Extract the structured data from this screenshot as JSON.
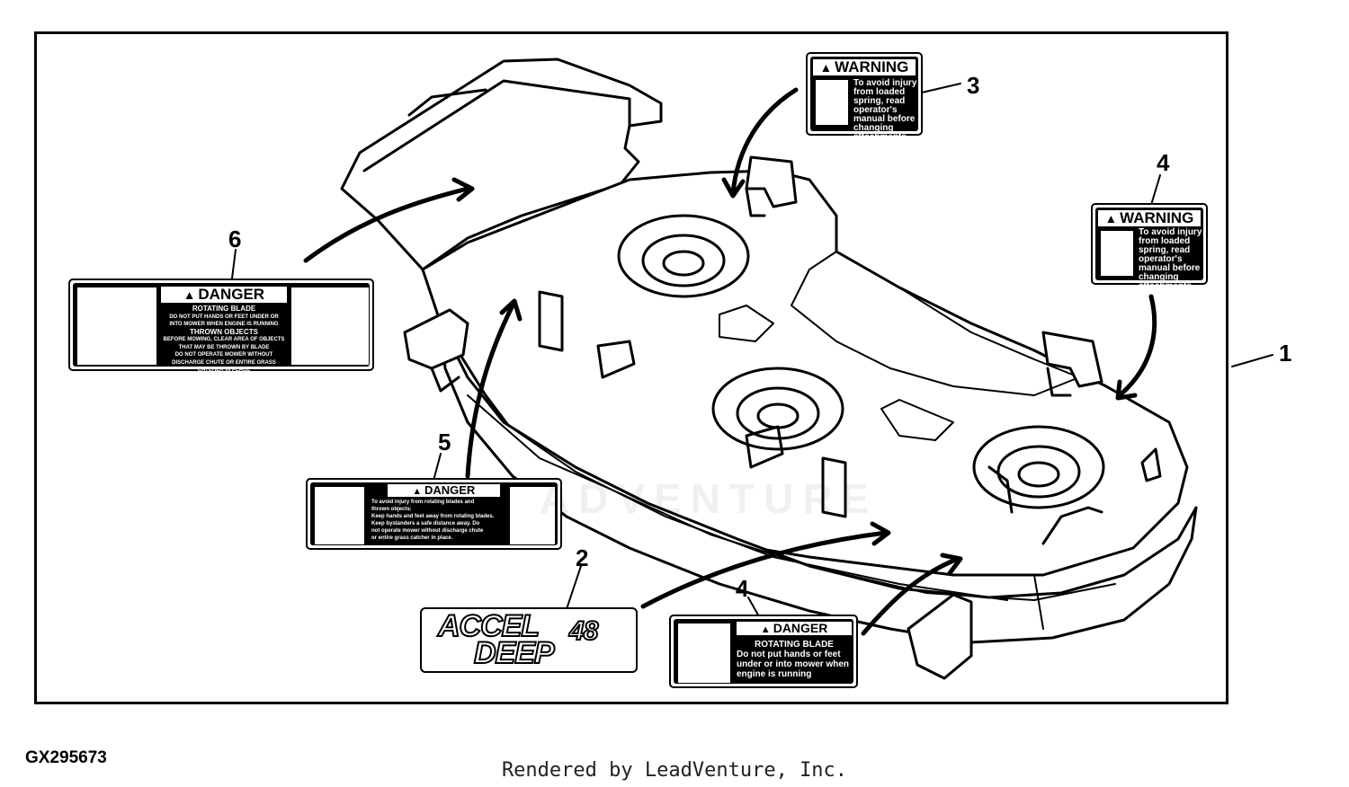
{
  "diagram_id": "GX295673",
  "footer": "Rendered by LeadVenture, Inc.",
  "watermark": "ADVENTURE",
  "callouts": [
    "1",
    "2",
    "3",
    "4",
    "4",
    "5",
    "6"
  ],
  "labels": {
    "warning_a": {
      "header": "WARNING",
      "text": [
        "To avoid injury",
        "from loaded",
        "spring, read",
        "operator's",
        "manual before",
        "changing",
        "attachments."
      ]
    },
    "warning_b": {
      "header": "WARNING",
      "text": [
        "To avoid injury",
        "from loaded",
        "spring, read",
        "operator's",
        "manual before",
        "changing",
        "attachments."
      ]
    },
    "danger_6": {
      "header": "DANGER",
      "lines": [
        "ROTATING BLADE",
        "DO NOT PUT HANDS OR FEET UNDER OR",
        "INTO MOWER WHEN ENGINE IS RUNNING",
        "THROWN OBJECTS",
        "BEFORE MOWING, CLEAR AREA OF OBJECTS",
        "THAT MAY BE THROWN BY BLADE",
        "DO NOT OPERATE MOWER WITHOUT",
        "DISCHARGE CHUTE OR ENTIRE GRASS",
        "CATCHER IN PLACE"
      ]
    },
    "danger_5": {
      "header": "DANGER",
      "lines": [
        "To avoid injury from rotating blades and",
        "thrown objects:",
        "Keep hands and feet away from rotating blades.",
        "Keep bystanders a safe distance away. Do",
        "not operate mower without discharge chute",
        "or entire grass catcher in place."
      ]
    },
    "danger_3": {
      "header": "DANGER",
      "lines": [
        "ROTATING BLADE",
        "Do not put hands or feet",
        "under or into mower when",
        "engine is running"
      ]
    },
    "accel": {
      "line1": "ACCEL",
      "num": "48",
      "line2": "DEEP"
    }
  }
}
